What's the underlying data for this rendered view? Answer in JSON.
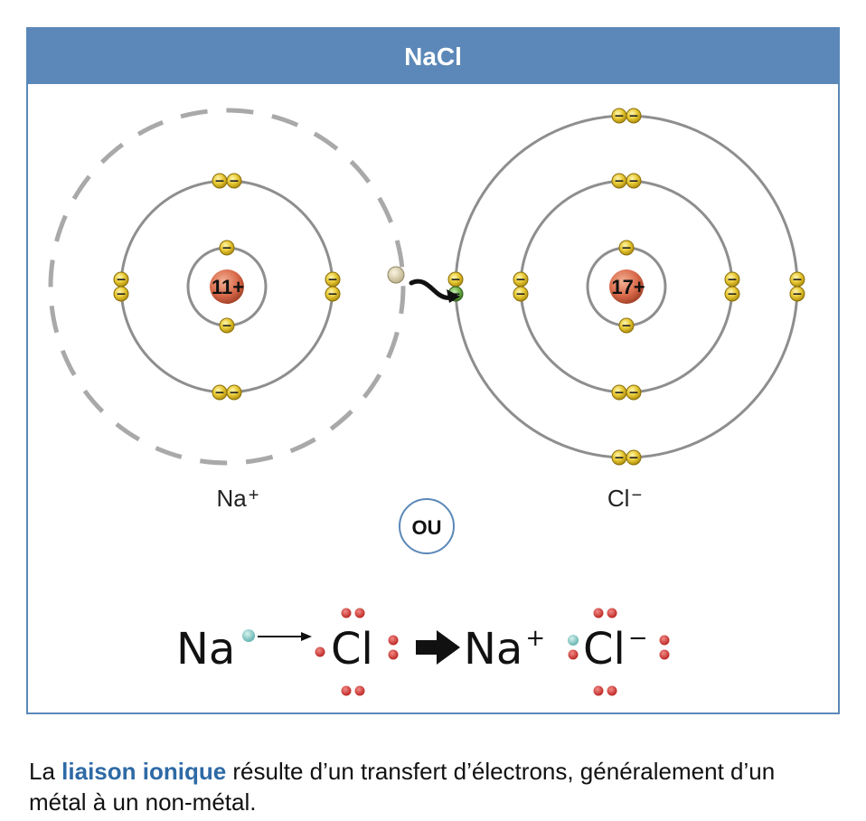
{
  "header": {
    "title": "NaCl"
  },
  "atoms": {
    "sodium": {
      "nucleus_label": "11+",
      "ion_label_base": "Na",
      "ion_label_charge": "+"
    },
    "chlorine": {
      "nucleus_label": "17+",
      "ion_label_base": "Cl",
      "ion_label_charge": "−"
    }
  },
  "electron_symbol": "−",
  "or_label": "OU",
  "equation": {
    "reactant_metal": "Na",
    "reactant_nonmetal": "Cl",
    "product_cation": "Na",
    "product_cation_charge": "+",
    "product_anion": "Cl",
    "product_anion_charge": "−"
  },
  "caption": {
    "prefix": "La ",
    "highlight": "liaison ionique",
    "suffix": " résulte d’un transfert d’électrons, généralement d’un métal à un non-métal."
  },
  "colors": {
    "header_bg": "#5b88b8",
    "electron": "#e7c832",
    "transferred_electron": "#6fb04a",
    "nucleus": "#d9694a",
    "lewis_dot": "#d3312f",
    "valence_electron": "#6cc3bf",
    "highlight_text": "#2e6aa6"
  }
}
